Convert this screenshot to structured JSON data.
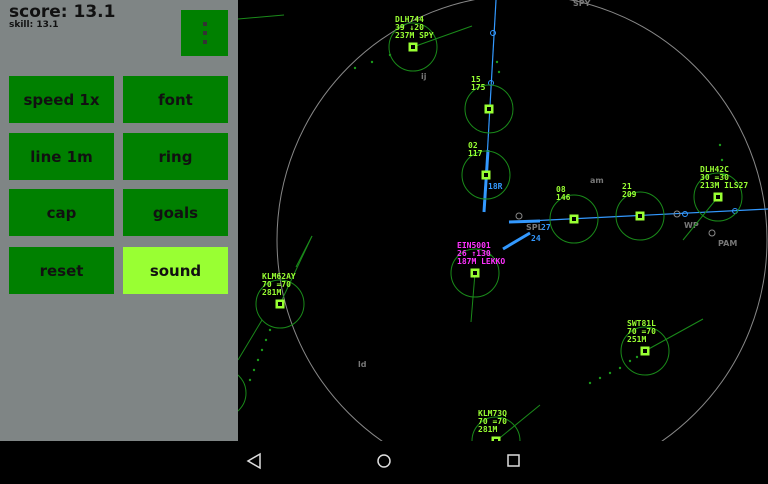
{
  "panel": {
    "score": "score: 13.1",
    "skill": "skill: 13.1",
    "menu_icon": "more-vertical-icon",
    "buttons": [
      {
        "label": "speed 1x",
        "active": false
      },
      {
        "label": "font",
        "active": false
      },
      {
        "label": "line 1m",
        "active": false
      },
      {
        "label": "ring",
        "active": false
      },
      {
        "label": "cap",
        "active": false
      },
      {
        "label": "goals",
        "active": false
      },
      {
        "label": "reset",
        "active": false
      },
      {
        "label": "sound",
        "active": true
      }
    ]
  },
  "colors": {
    "panel": "#7f8585",
    "button": "#008000",
    "button_active": "#99ff33",
    "aircraft": "#99ff33",
    "selected": "#ff33ff",
    "runway": "#3399ff",
    "range": "#888888"
  },
  "map": {
    "fixes": [
      "SPY",
      "ij",
      "am",
      "WP",
      "PAM",
      "ld",
      "SPL"
    ],
    "runways": [
      "18R",
      "27",
      "24"
    ],
    "aircraft": [
      {
        "lines": [
          "DLH744",
          "39 ↓20",
          "237M SPY"
        ],
        "selected": false
      },
      {
        "lines": [
          "15",
          "175"
        ],
        "selected": false
      },
      {
        "lines": [
          "02",
          "117"
        ],
        "selected": false
      },
      {
        "lines": [
          "08",
          "146"
        ],
        "selected": false
      },
      {
        "lines": [
          "21",
          "209"
        ],
        "selected": false
      },
      {
        "lines": [
          "DLH42C",
          "30 =30",
          "213M ILS27"
        ],
        "selected": false
      },
      {
        "lines": [
          "EIN5001",
          "26 ↑130",
          "187M LEKKO"
        ],
        "selected": true
      },
      {
        "lines": [
          "KLM62AY",
          "70 =70",
          "281M"
        ],
        "selected": false
      },
      {
        "lines": [
          "SWT81L",
          "70 =70",
          "251M"
        ],
        "selected": false
      },
      {
        "lines": [
          "KLM73Q",
          "70 =70",
          "281M"
        ],
        "selected": false
      }
    ]
  },
  "nav": {
    "back": "back-icon",
    "home": "home-icon",
    "recents": "recents-icon"
  }
}
